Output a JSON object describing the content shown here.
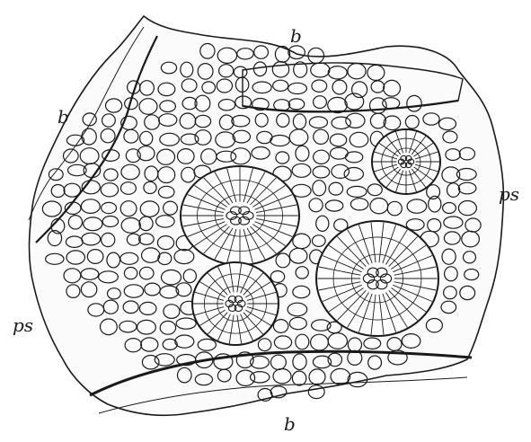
{
  "labels": {
    "b_top": "b",
    "b_left": "b",
    "ps_right": "ps",
    "ps_left": "ps",
    "b_bottom": "b"
  },
  "colors": {
    "ink": "#1a1a1a",
    "paper": "#ffffff"
  }
}
